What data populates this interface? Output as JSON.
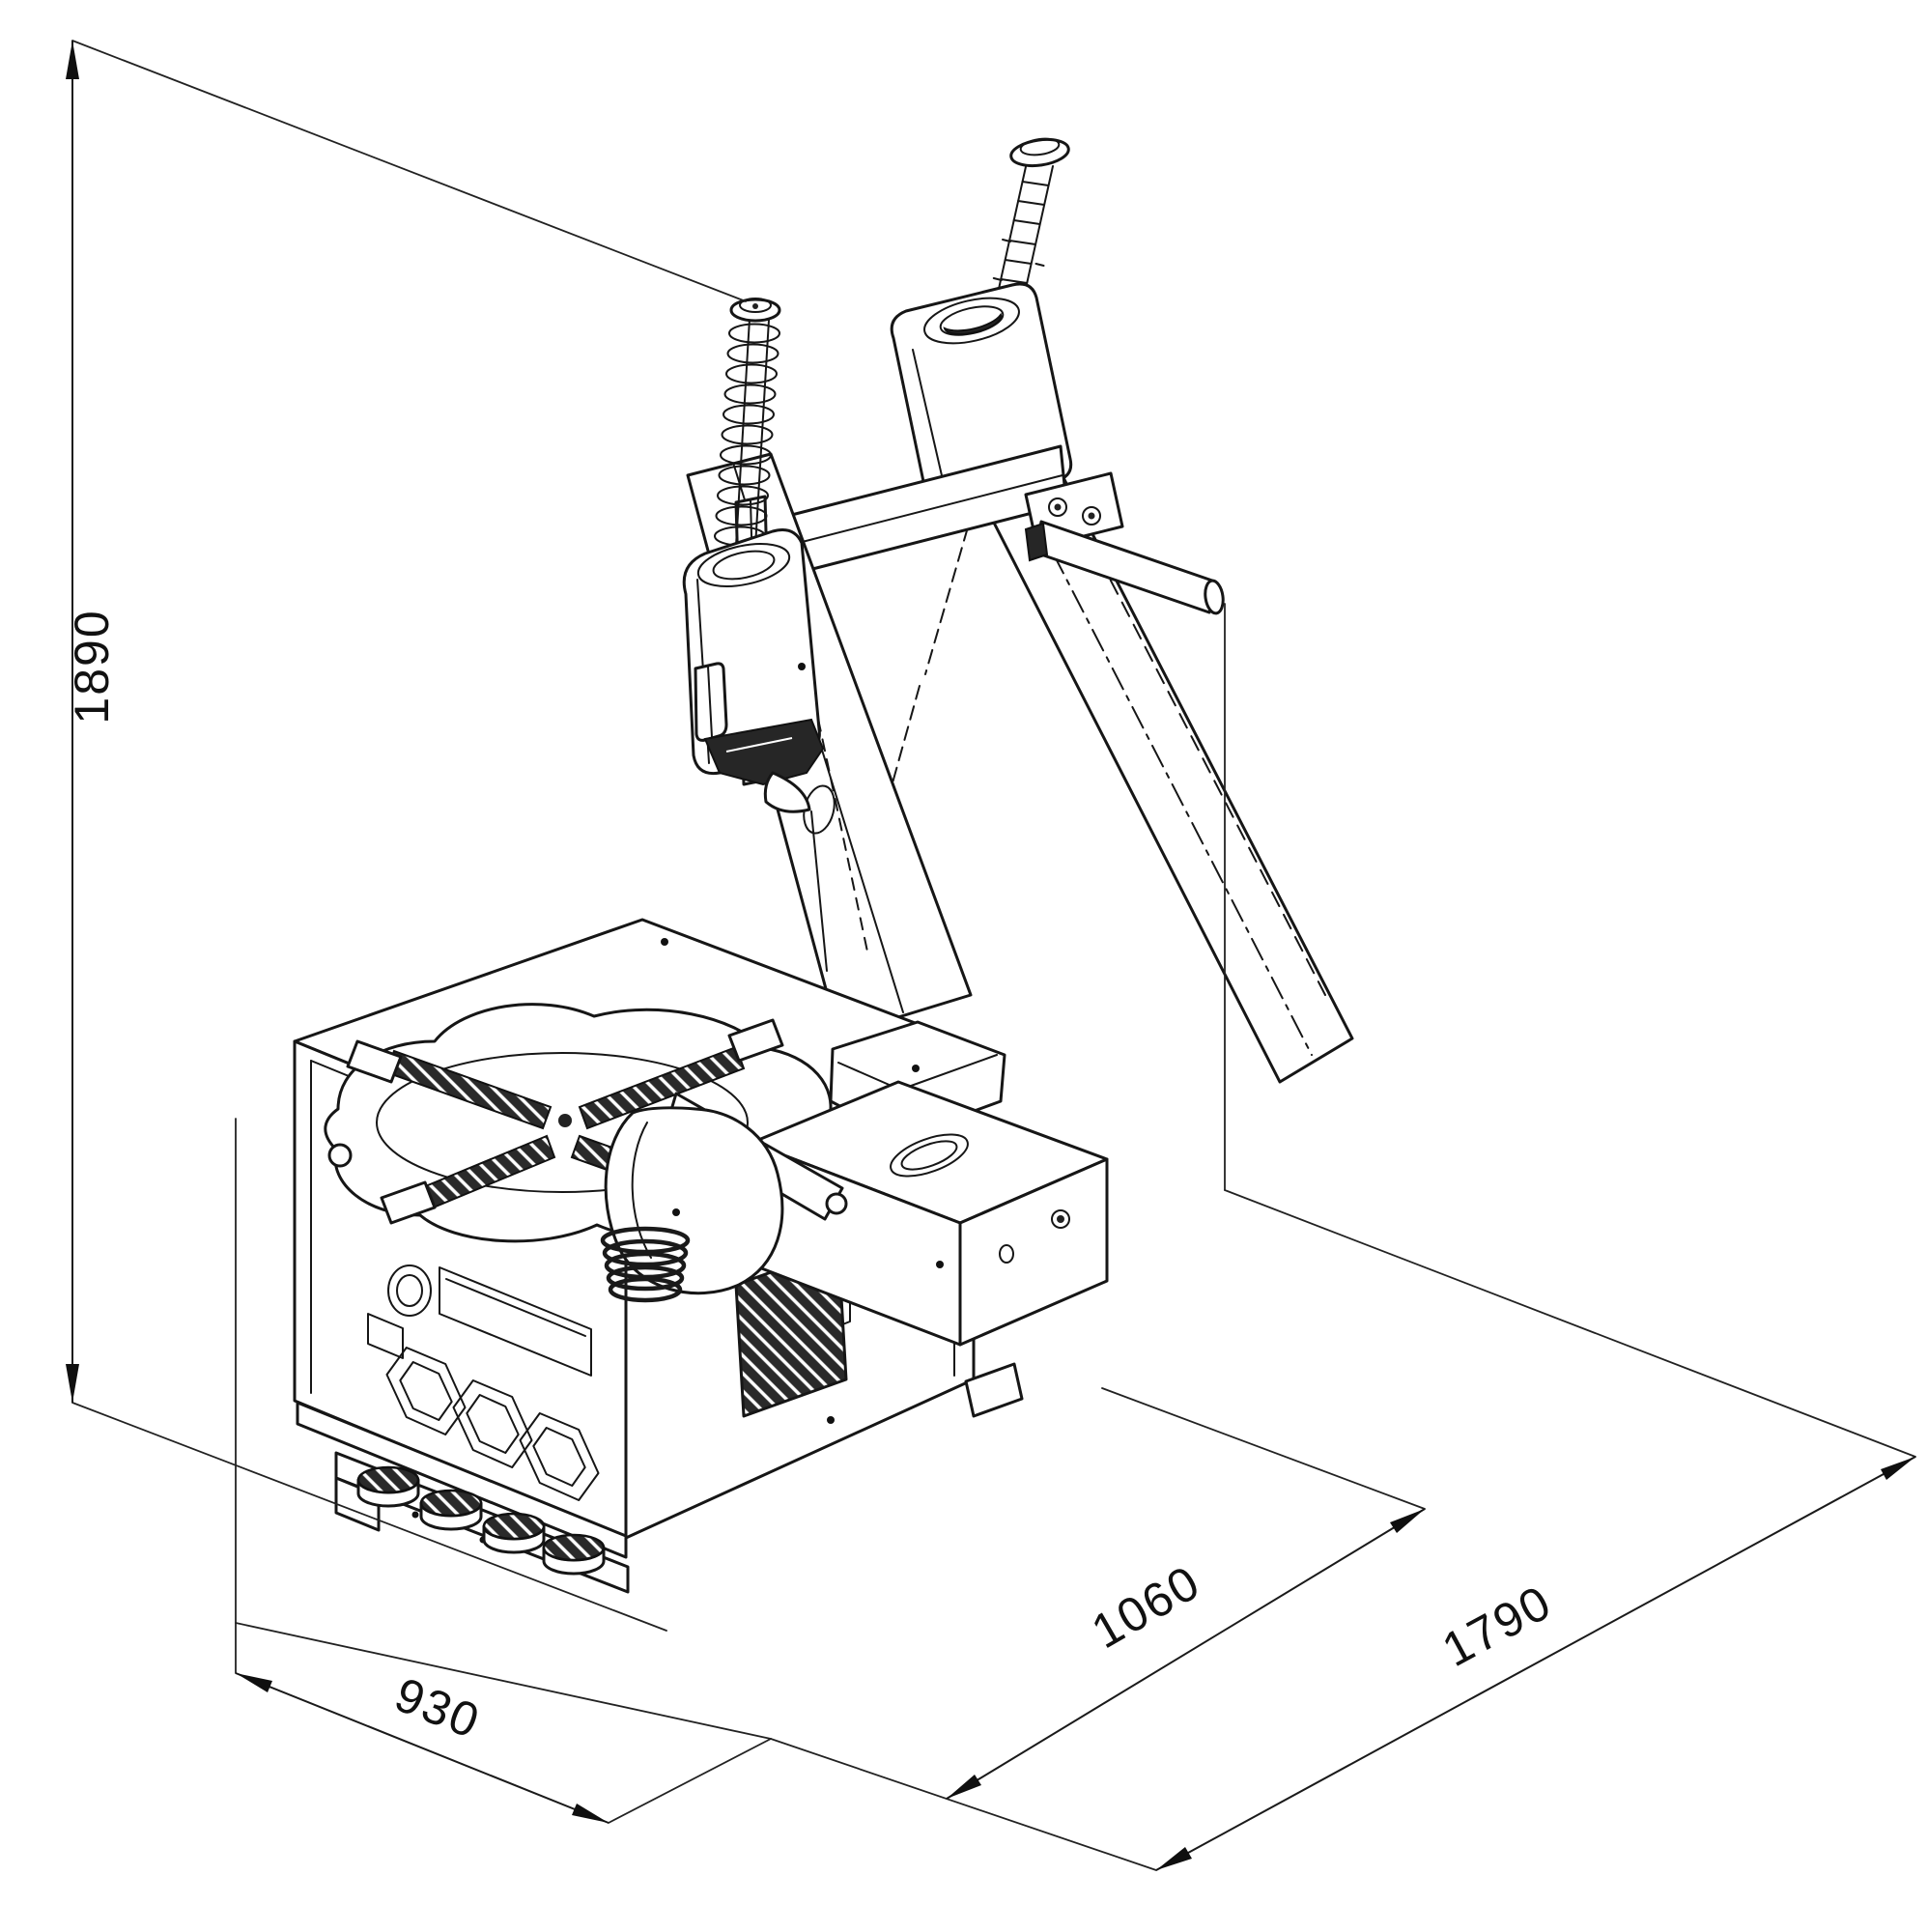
{
  "diagram": {
    "dimensions": {
      "height": "1890",
      "width": "930",
      "depth": "1060",
      "overall_depth": "1790"
    }
  }
}
